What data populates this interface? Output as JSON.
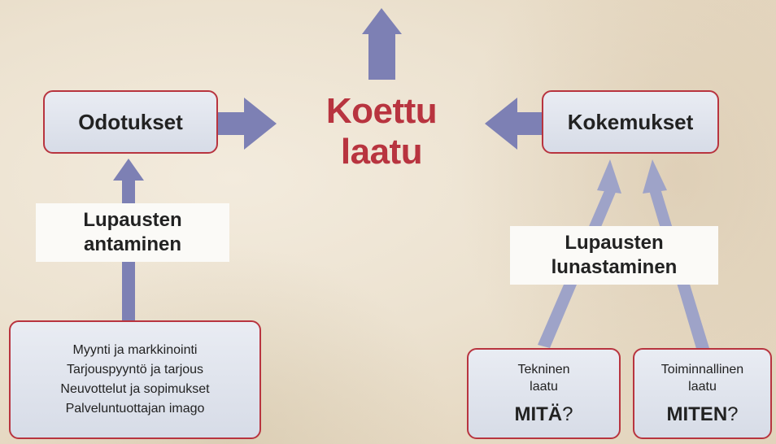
{
  "center": {
    "title": "Koettu laatu"
  },
  "left_box": {
    "title": "Odotukset"
  },
  "right_box": {
    "title": "Kokemukset"
  },
  "left_label": {
    "line1": "Lupausten",
    "line2": "antaminen"
  },
  "right_label": {
    "line1": "Lupausten",
    "line2": "lunastaminen"
  },
  "sources_box": {
    "lines": [
      "Myynti ja markkinointi",
      "Tarjouspyyntö ja tarjous",
      "Neuvottelut ja sopimukset",
      "Palveluntuottajan imago"
    ]
  },
  "technical_box": {
    "line1": "Tekninen",
    "line2": "laatu",
    "question": "MITÄ",
    "mark": "?"
  },
  "functional_box": {
    "line1": "Toiminnallinen",
    "line2": "laatu",
    "question": "MITEN",
    "mark": "?"
  },
  "colors": {
    "accent_red": "#b8343f",
    "arrow": "#7d80b4",
    "box_fill": "#dde1eb"
  }
}
